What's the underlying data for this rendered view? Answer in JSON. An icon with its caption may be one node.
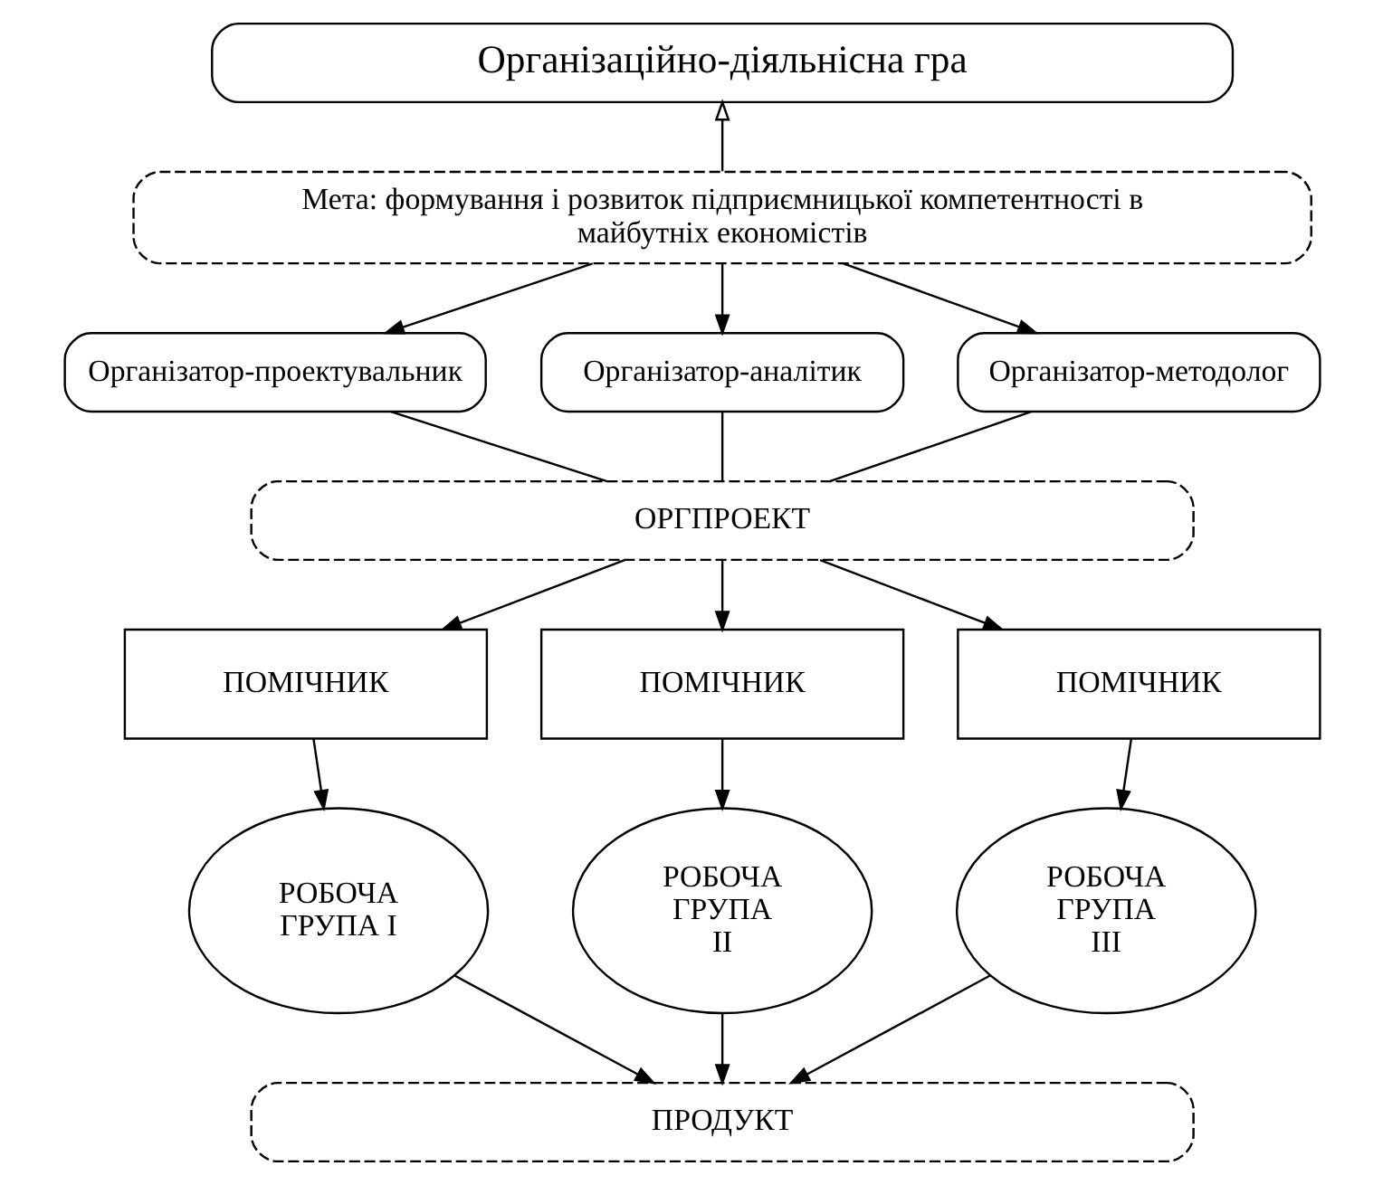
{
  "diagram": {
    "nodes": [
      {
        "text": [
          "Організаційно-діяльнісна гра"
        ]
      },
      {
        "text": [
          "Мета: формування і розвиток підприємницької компетентності в майбутніх економістів"
        ]
      },
      {
        "text": [
          "Організатор-проектувальник"
        ]
      },
      {
        "text": [
          "Організатор-аналітик"
        ]
      },
      {
        "text": [
          "Організатор-методолог"
        ]
      },
      {
        "text": [
          "ОРГПРОЕКТ"
        ]
      },
      {
        "text": [
          "ПОМІЧНИК"
        ]
      },
      {
        "text": [
          "ПОМІЧНИК"
        ]
      },
      {
        "text": [
          "ПОМІЧНИК"
        ]
      },
      {
        "text": [
          "РОБОЧА ГРУПА I"
        ]
      },
      {
        "text": [
          "РОБОЧА ГРУПА II"
        ]
      },
      {
        "text": [
          "РОБОЧА ГРУПА III"
        ]
      },
      {
        "text": [
          "ПРОДУКТ"
        ]
      }
    ],
    "edges": [
      {
        "from": 1,
        "to": 0,
        "arrow": "to"
      },
      {
        "from": 1,
        "to": 2,
        "arrow": "to"
      },
      {
        "from": 1,
        "to": 3,
        "arrow": "to"
      },
      {
        "from": 1,
        "to": 4,
        "arrow": "to"
      },
      {
        "from": 2,
        "to": 5,
        "arrow": "none"
      },
      {
        "from": 3,
        "to": 5,
        "arrow": "none"
      },
      {
        "from": 4,
        "to": 5,
        "arrow": "none"
      },
      {
        "from": 5,
        "to": 6,
        "arrow": "to"
      },
      {
        "from": 5,
        "to": 7,
        "arrow": "to"
      },
      {
        "from": 5,
        "to": 8,
        "arrow": "to"
      },
      {
        "from": 6,
        "to": 9,
        "arrow": "to"
      },
      {
        "from": 7,
        "to": 10,
        "arrow": "to"
      },
      {
        "from": 8,
        "to": 11,
        "arrow": "to"
      },
      {
        "from": 9,
        "to": 12,
        "arrow": "to"
      },
      {
        "from": 10,
        "to": 12,
        "arrow": "to"
      },
      {
        "from": 11,
        "to": 12,
        "arrow": "to"
      }
    ]
  }
}
